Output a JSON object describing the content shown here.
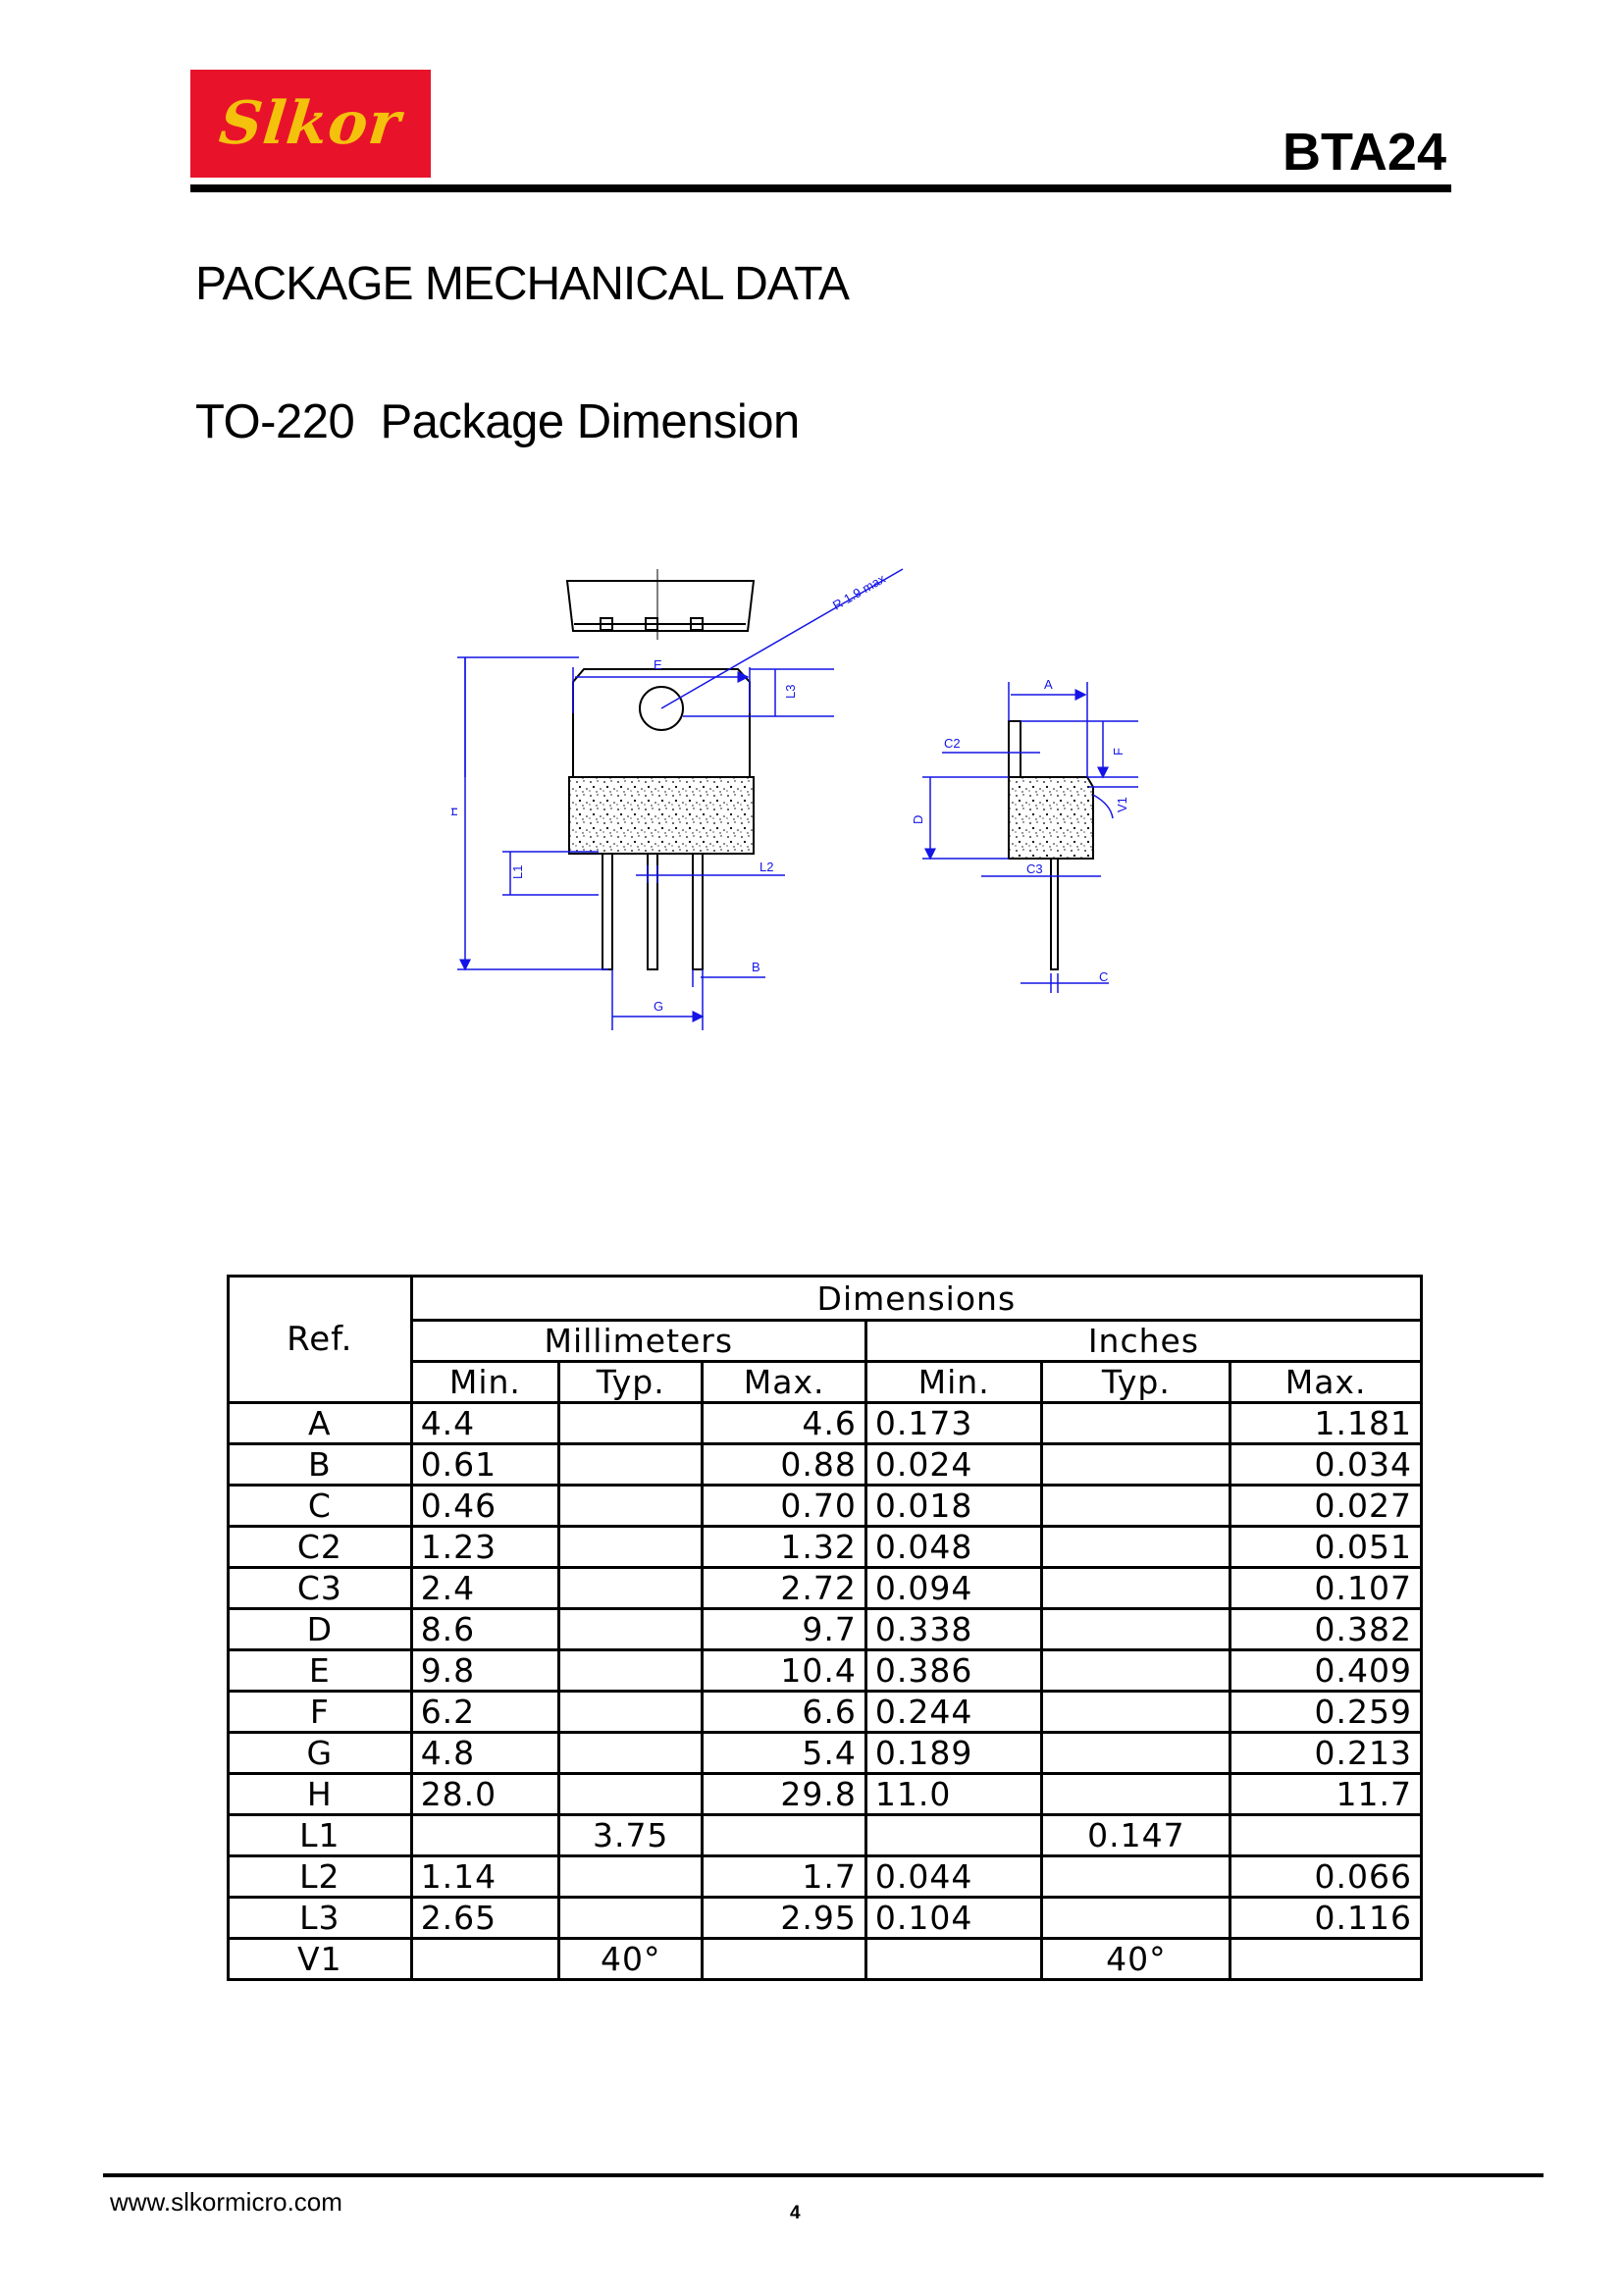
{
  "header": {
    "logo_text": "Slkor",
    "part_number": "BTA24",
    "brand_colors": {
      "logo_bg": "#e8132a",
      "logo_text": "#f4c20d"
    }
  },
  "title": "PACKAGE MECHANICAL DATA",
  "subtitle": "TO-220  Package Dimension",
  "drawing_labels": {
    "E": "E",
    "R": "R 1.9 max",
    "L3": "L3",
    "H": "H",
    "L1": "L1",
    "L2": "L2",
    "B": "B",
    "G": "G",
    "A": "A",
    "C2": "C2",
    "F": "F",
    "D": "D",
    "V1": "V1",
    "C3": "C3",
    "C": "C"
  },
  "table": {
    "group_header": "Dimensions",
    "ref_header": "Ref.",
    "unit_mm": "Millimeters",
    "unit_in": "Inches",
    "subheaders": [
      "Min.",
      "Typ.",
      "Max.",
      "Min.",
      "Typ.",
      "Max."
    ],
    "rows": [
      [
        "A",
        "4.4",
        "",
        "4.6",
        "0.173",
        "",
        "1.181"
      ],
      [
        "B",
        "0.61",
        "",
        "0.88",
        "0.024",
        "",
        "0.034"
      ],
      [
        "C",
        "0.46",
        "",
        "0.70",
        "0.018",
        "",
        "0.027"
      ],
      [
        "C2",
        "1.23",
        "",
        "1.32",
        "0.048",
        "",
        "0.051"
      ],
      [
        "C3",
        "2.4",
        "",
        "2.72",
        "0.094",
        "",
        "0.107"
      ],
      [
        "D",
        "8.6",
        "",
        "9.7",
        "0.338",
        "",
        "0.382"
      ],
      [
        "E",
        "9.8",
        "",
        "10.4",
        "0.386",
        "",
        "0.409"
      ],
      [
        "F",
        "6.2",
        "",
        "6.6",
        "0.244",
        "",
        "0.259"
      ],
      [
        "G",
        "4.8",
        "",
        "5.4",
        "0.189",
        "",
        "0.213"
      ],
      [
        "H",
        "28.0",
        "",
        "29.8",
        "11.0",
        "",
        "11.7"
      ],
      [
        "L1",
        "",
        "3.75",
        "",
        "",
        "0.147",
        ""
      ],
      [
        "L2",
        "1.14",
        "",
        "1.7",
        "0.044",
        "",
        "0.066"
      ],
      [
        "L3",
        "2.65",
        "",
        "2.95",
        "0.104",
        "",
        "0.116"
      ],
      [
        "V1",
        "",
        "40°",
        "",
        "",
        "40°",
        ""
      ]
    ]
  },
  "footer": {
    "url": "www.slkormicro.com",
    "page": "4"
  }
}
